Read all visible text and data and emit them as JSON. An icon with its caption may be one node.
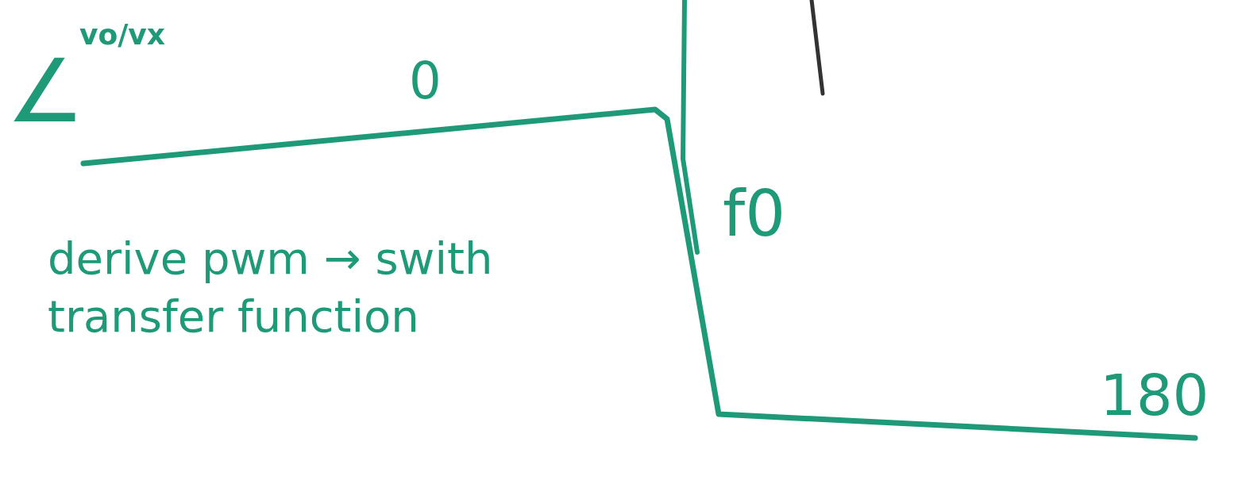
{
  "diagram": {
    "labels": [
      "∠",
      "vo/vx",
      "0",
      "f0",
      "180",
      "derive pwm → swith transfer function"
    ]
  }
}
